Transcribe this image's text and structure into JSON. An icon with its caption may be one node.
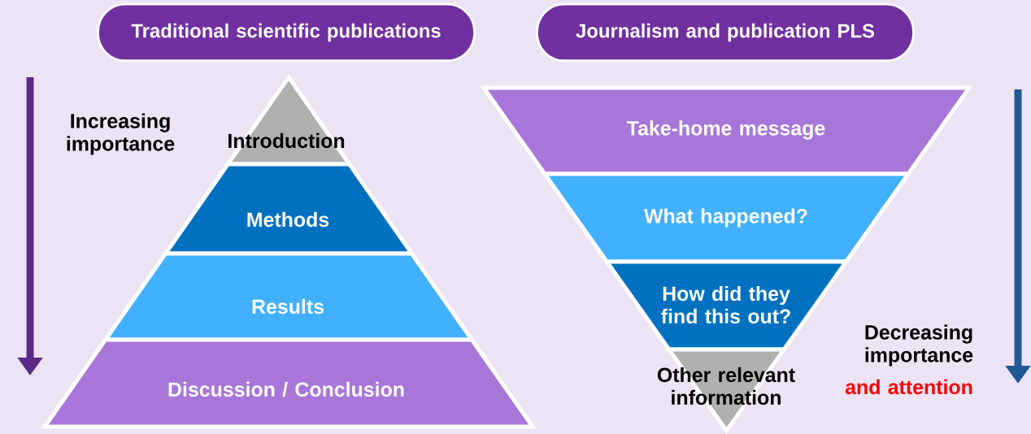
{
  "diagram": {
    "nodes": [
      {
        "text": [
          "Traditional scientific publications"
        ]
      },
      {
        "text": [
          "Journalism and publication PLS"
        ]
      },
      {
        "text": [
          "Introduction"
        ]
      },
      {
        "text": [
          "Methods"
        ]
      },
      {
        "text": [
          "Results"
        ]
      },
      {
        "text": [
          "Discussion / Conclusion"
        ]
      },
      {
        "text": [
          "Take-home message"
        ]
      },
      {
        "text": [
          "What happened?"
        ]
      },
      {
        "text": [
          "How did they find this out?"
        ]
      },
      {
        "text": [
          "Other relevant information"
        ]
      }
    ],
    "labels": [
      "Increasing importance",
      "Decreasing importance",
      "and attention"
    ]
  }
}
